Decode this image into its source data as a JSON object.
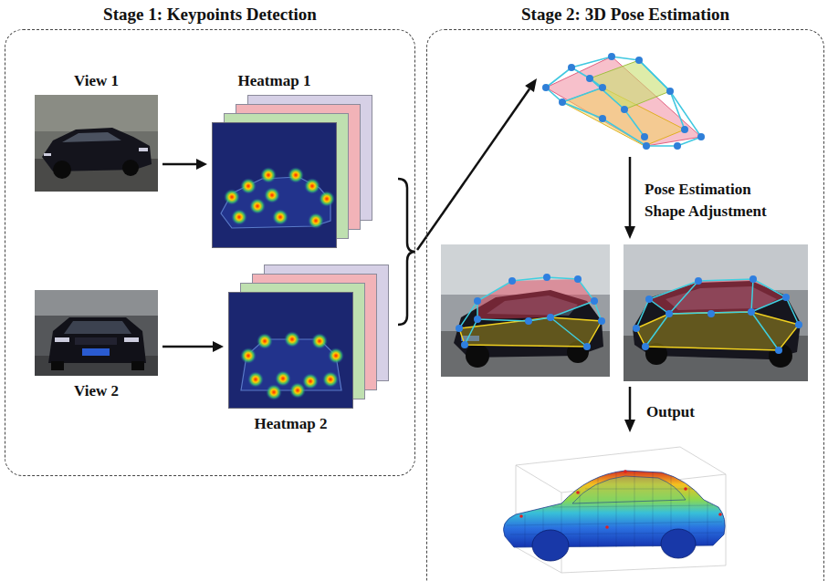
{
  "diagram": {
    "nodes": [
      {
        "text": [
          "Stage 1: Keypoints Detection"
        ]
      },
      {
        "text": [
          "View 1"
        ],
        "in": 0
      },
      {
        "text": [
          "Heatmap 1"
        ],
        "in": 0
      },
      {
        "text": [
          "View 2"
        ],
        "in": 0
      },
      {
        "text": [
          "Heatmap 2"
        ],
        "in": 0
      },
      {
        "text": [
          "Stage 2: 3D Pose Estimation"
        ]
      }
    ],
    "edges": [
      {
        "from": 1,
        "to": 2,
        "arrow": "to"
      },
      {
        "from": 3,
        "to": 4,
        "arrow": "to"
      }
    ],
    "labels": [
      "Pose Estimation Shape Adjustment",
      "Output"
    ]
  }
}
